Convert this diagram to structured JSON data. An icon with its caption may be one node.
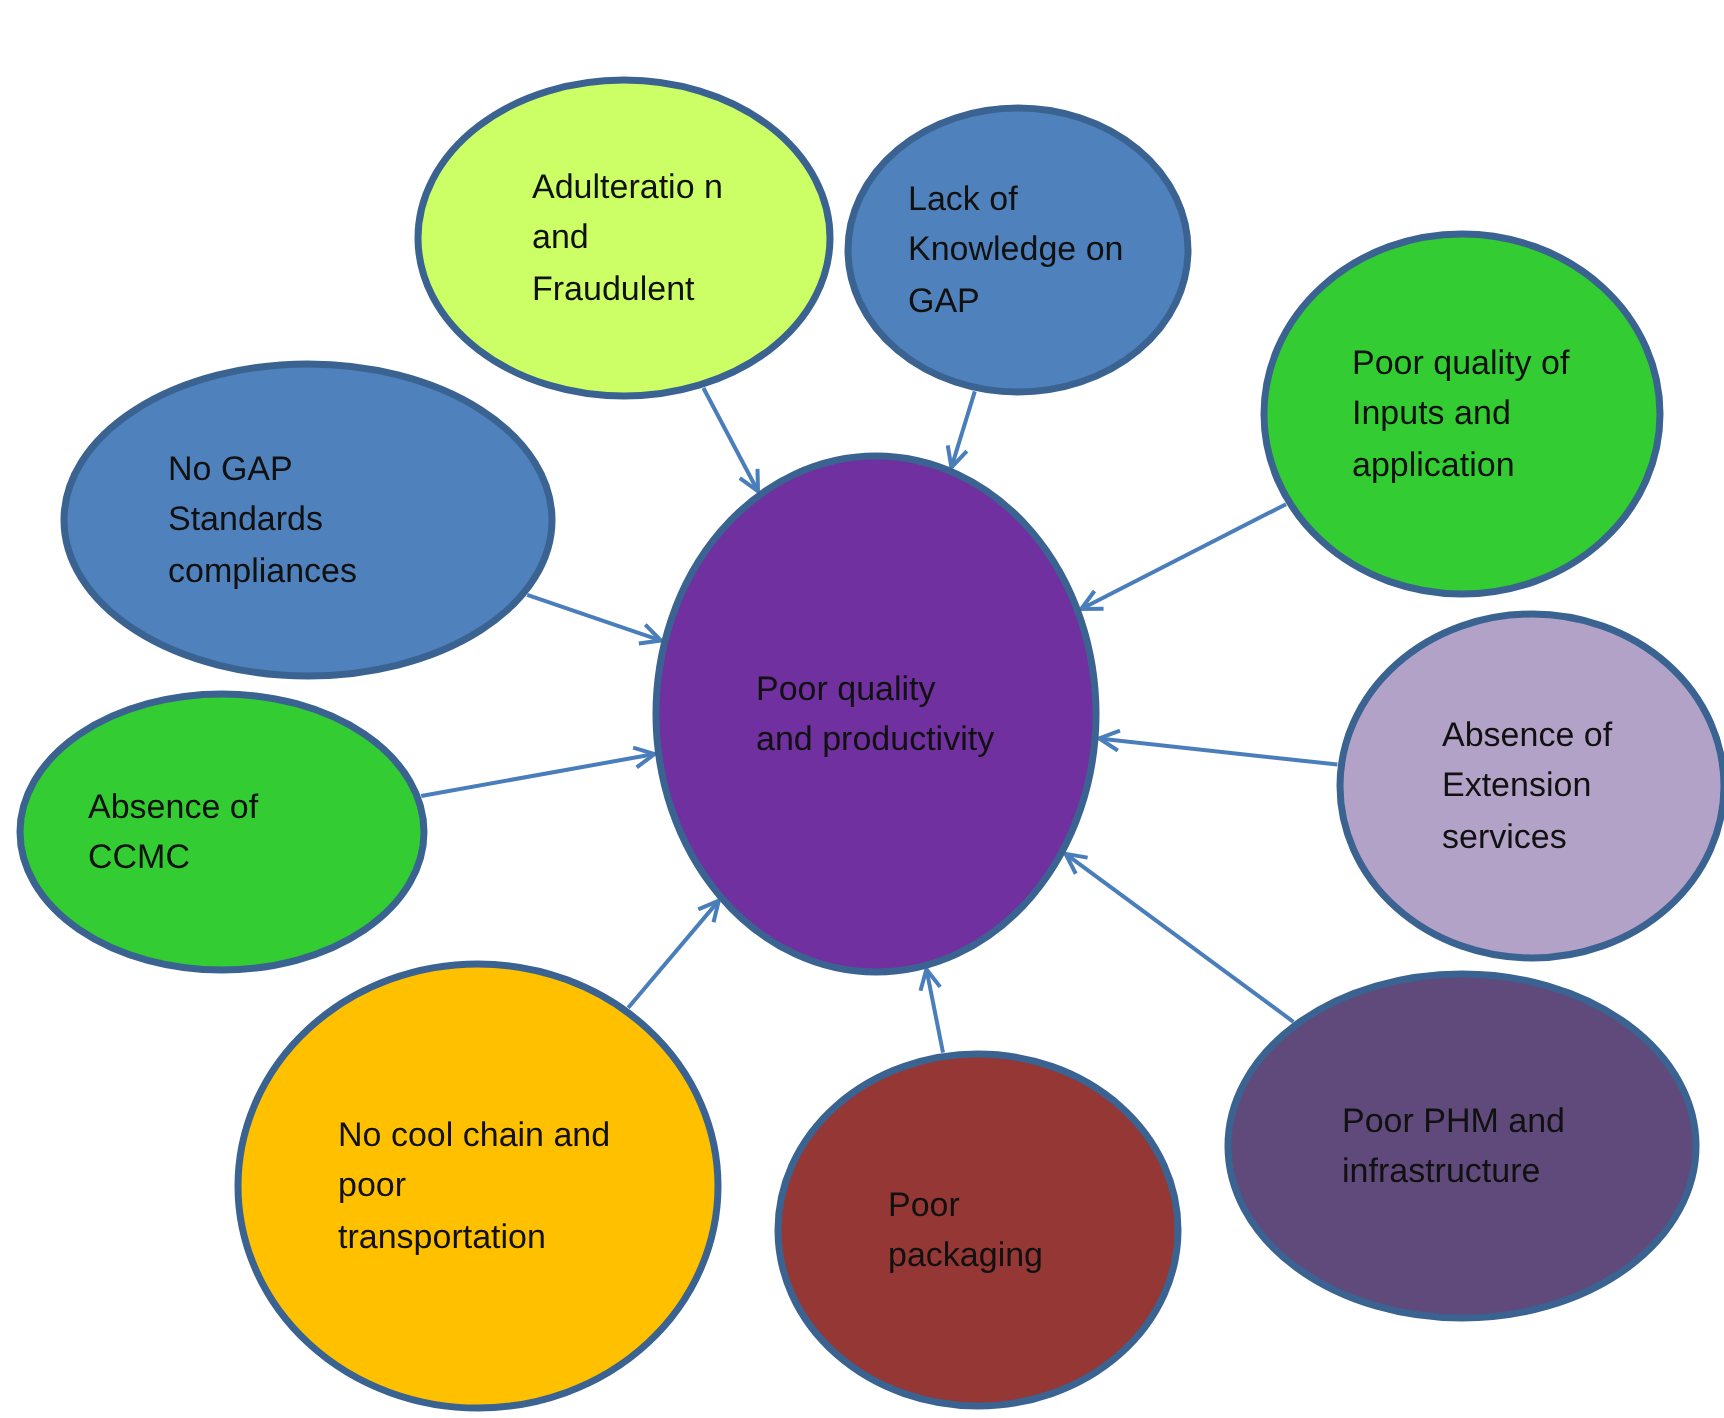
{
  "diagram": {
    "nodes": [
      {
        "text": [
          "Poor quality and productivity"
        ]
      },
      {
        "text": [
          "Adulteratio n and Fraudulent"
        ]
      },
      {
        "text": [
          "Lack of Knowledge on GAP"
        ]
      },
      {
        "text": [
          "Poor quality  of Inputs and application"
        ]
      },
      {
        "text": [
          "No GAP Standards compliances"
        ]
      },
      {
        "text": [
          "Absence of Extension services"
        ]
      },
      {
        "text": [
          "Absence of CCMC"
        ]
      },
      {
        "text": [
          "No cool chain and poor transportation"
        ]
      },
      {
        "text": [
          "Poor packaging"
        ]
      },
      {
        "text": [
          "Poor PHM and infrastructure"
        ]
      }
    ],
    "edges": [
      {
        "from": 1,
        "to": 0,
        "arrow": "to"
      },
      {
        "from": 2,
        "to": 0,
        "arrow": "to"
      },
      {
        "from": 3,
        "to": 0,
        "arrow": "to"
      },
      {
        "from": 4,
        "to": 0,
        "arrow": "to"
      },
      {
        "from": 5,
        "to": 0,
        "arrow": "to"
      },
      {
        "from": 6,
        "to": 0,
        "arrow": "to"
      },
      {
        "from": 7,
        "to": 0,
        "arrow": "to"
      },
      {
        "from": 8,
        "to": 0,
        "arrow": "to"
      },
      {
        "from": 9,
        "to": 0,
        "arrow": "to"
      }
    ]
  }
}
